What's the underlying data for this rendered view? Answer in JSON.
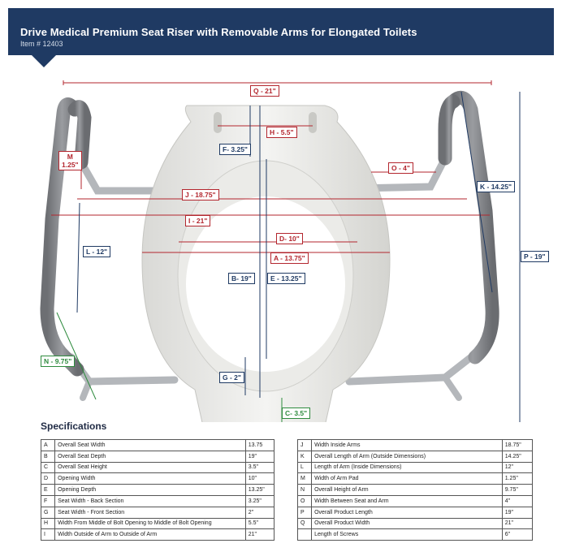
{
  "header": {
    "title": "Drive Medical Premium Seat Riser with Removable Arms for Elongated Toilets",
    "item_number": "Item # 12403"
  },
  "dimensions": {
    "Q": "Q - 21\"",
    "H": "H - 5.5\"",
    "F": "F- 3.25\"",
    "M": "M\n1.25\"",
    "O": "O - 4\"",
    "K": "K - 14.25\"",
    "J": "J - 18.75\"",
    "I": "I - 21\"",
    "D": "D- 10\"",
    "L": "L - 12\"",
    "A": "A - 13.75\"",
    "P": "P - 19\"",
    "B": "B- 19\"",
    "E": "E - 13.25\"",
    "N": "N - 9.75\"",
    "G": "G - 2\"",
    "C": "C- 3.5\""
  },
  "specifications": {
    "heading": "Specifications",
    "left": [
      {
        "key": "A",
        "desc": "Overall Seat Width",
        "value": "13.75"
      },
      {
        "key": "B",
        "desc": "Overall Seat Depth",
        "value": "19\""
      },
      {
        "key": "C",
        "desc": "Overall Seat Height",
        "value": "3.5\""
      },
      {
        "key": "D",
        "desc": "Opening Width",
        "value": "10\""
      },
      {
        "key": "E",
        "desc": "Opening Depth",
        "value": "13.25\""
      },
      {
        "key": "F",
        "desc": "Seat Width - Back Section",
        "value": "3.25\""
      },
      {
        "key": "G",
        "desc": "Seat Width - Front Section",
        "value": "2\""
      },
      {
        "key": "H",
        "desc": "Width From Middle of Bolt Opening to Middle of Bolt Opening",
        "value": "5.5\""
      },
      {
        "key": "I",
        "desc": "Width Outside of Arm to Outside of Arm",
        "value": "21\""
      }
    ],
    "right": [
      {
        "key": "J",
        "desc": "Width Inside Arms",
        "value": "18.75\""
      },
      {
        "key": "K",
        "desc": "Overall Length of Arm (Outside Dimensions)",
        "value": "14.25\""
      },
      {
        "key": "L",
        "desc": "Length of Arm (Inside Dimensions)",
        "value": "12\""
      },
      {
        "key": "M",
        "desc": "Width of Arm Pad",
        "value": "1.25\""
      },
      {
        "key": "N",
        "desc": "Overall Height of Arm",
        "value": "9.75\""
      },
      {
        "key": "O",
        "desc": "Width Between Seat and Arm",
        "value": "4\""
      },
      {
        "key": "P",
        "desc": "Overall Product Length",
        "value": "19\""
      },
      {
        "key": "Q",
        "desc": "Overall Product Width",
        "value": "21\""
      },
      {
        "key": "",
        "desc": "Length of Screws",
        "value": "6\""
      }
    ]
  },
  "colors": {
    "banner": "#1f3a63",
    "red_dimension": "#b3262e",
    "blue_dimension": "#1f3a63",
    "green_dimension": "#2e8b3e"
  }
}
